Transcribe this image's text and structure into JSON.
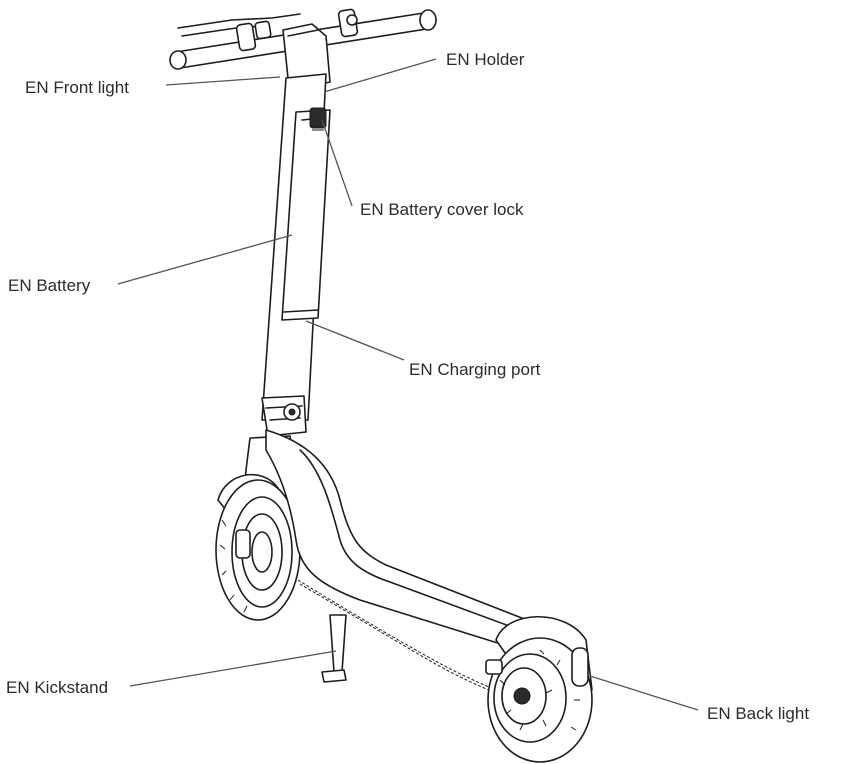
{
  "labels": {
    "front_light": "EN Front light",
    "holder": "EN Holder",
    "battery_cover_lock": "EN Battery cover lock",
    "battery": "EN Battery",
    "charging_port": "EN Charging port",
    "kickstand": "EN Kickstand",
    "back_light": "EN Back light"
  }
}
